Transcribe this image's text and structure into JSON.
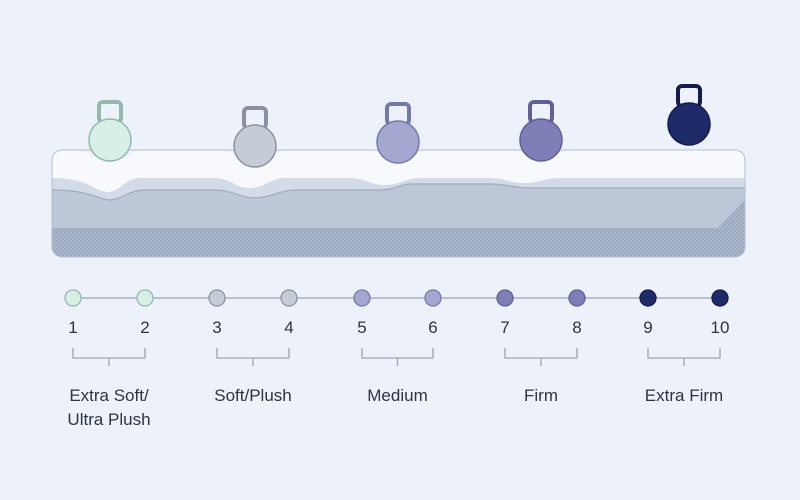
{
  "colors": {
    "background": "#ecf1fa",
    "mattress_top": "#f7f9fd",
    "mattress_layer_mid": "#d3dbe8",
    "mattress_layer_low": "#bcc7d8",
    "mattress_base": "#aab6c9",
    "line": "#9aa4b4",
    "text": "#2e3440"
  },
  "weights": [
    {
      "level": "Extra Soft",
      "color": "#d8efe6",
      "stroke": "#93b8ad",
      "icon": "kettlebell-icon"
    },
    {
      "level": "Soft",
      "color": "#c6ccd6",
      "stroke": "#8a929f",
      "icon": "kettlebell-icon"
    },
    {
      "level": "Medium",
      "color": "#a4a7cf",
      "stroke": "#747aa8",
      "icon": "kettlebell-icon"
    },
    {
      "level": "Firm",
      "color": "#7d7fb6",
      "stroke": "#5e6196",
      "icon": "kettlebell-icon"
    },
    {
      "level": "Extra Firm",
      "color": "#1f2a68",
      "stroke": "#141c4e",
      "icon": "kettlebell-icon"
    }
  ],
  "scale": {
    "points": [
      {
        "number": "1",
        "color": "#d8efe6",
        "stroke": "#93b8ad"
      },
      {
        "number": "2",
        "color": "#d8efe6",
        "stroke": "#93b8ad"
      },
      {
        "number": "3",
        "color": "#c6ccd6",
        "stroke": "#8a929f"
      },
      {
        "number": "4",
        "color": "#c6ccd6",
        "stroke": "#8a929f"
      },
      {
        "number": "5",
        "color": "#a4a7cf",
        "stroke": "#747aa8"
      },
      {
        "number": "6",
        "color": "#a4a7cf",
        "stroke": "#747aa8"
      },
      {
        "number": "7",
        "color": "#7d7fb6",
        "stroke": "#5e6196"
      },
      {
        "number": "8",
        "color": "#7d7fb6",
        "stroke": "#5e6196"
      },
      {
        "number": "9",
        "color": "#1f2a68",
        "stroke": "#141c4e"
      },
      {
        "number": "10",
        "color": "#1f2a68",
        "stroke": "#141c4e"
      }
    ]
  },
  "categories": [
    {
      "label_line1": "Extra Soft/",
      "label_line2": "Ultra Plush"
    },
    {
      "label_line1": "Soft/Plush",
      "label_line2": ""
    },
    {
      "label_line1": "Medium",
      "label_line2": ""
    },
    {
      "label_line1": "Firm",
      "label_line2": ""
    },
    {
      "label_line1": "Extra Firm",
      "label_line2": ""
    }
  ]
}
